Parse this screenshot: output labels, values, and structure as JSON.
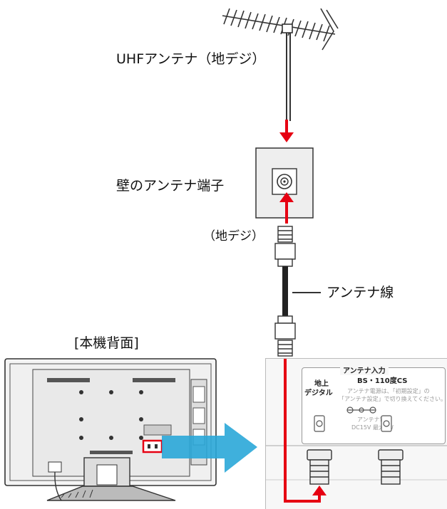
{
  "labels": {
    "antenna": "UHFアンテナ（地デジ）",
    "wall_outlet": "壁のアンテナ端子",
    "terrestrial": "（地デジ）",
    "cable": "アンテナ線",
    "tv_back": "[本機背面]"
  },
  "panel": {
    "header": "アンテナ入力",
    "terrestrial_line1": "地上",
    "terrestrial_line2": "デジタル",
    "bs_cs": "BS・110度CS",
    "note_line1": "アンテナ電源は、「初期設定」の",
    "note_line2": "「アンテナ設定」で切り換えてください。",
    "power_line1": "アンテナ電源",
    "power_line2": "DC15V 最大4W"
  },
  "colors": {
    "arrow": "#e60012",
    "zoom_arrow": "#2aa7d8",
    "highlight": "#e60012",
    "wall_plate": "#eeeeee",
    "cable": "#222222"
  }
}
